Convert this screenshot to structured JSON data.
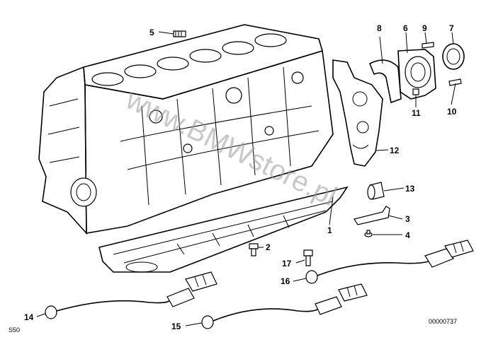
{
  "callouts": [
    {
      "id": "1",
      "text": "1"
    },
    {
      "id": "2",
      "text": "2"
    },
    {
      "id": "3",
      "text": "3"
    },
    {
      "id": "4",
      "text": "4"
    },
    {
      "id": "5",
      "text": "5"
    },
    {
      "id": "6",
      "text": "6"
    },
    {
      "id": "7",
      "text": "7"
    },
    {
      "id": "8",
      "text": "8"
    },
    {
      "id": "9",
      "text": "9"
    },
    {
      "id": "10",
      "text": "10"
    },
    {
      "id": "11",
      "text": "11"
    },
    {
      "id": "12",
      "text": "12"
    },
    {
      "id": "13",
      "text": "13"
    },
    {
      "id": "14",
      "text": "14"
    },
    {
      "id": "15",
      "text": "15"
    },
    {
      "id": "16",
      "text": "16"
    },
    {
      "id": "17",
      "text": "17"
    }
  ],
  "corner_left": "S50",
  "corner_right": "00000737",
  "watermark": "www.BMWstore.pl"
}
